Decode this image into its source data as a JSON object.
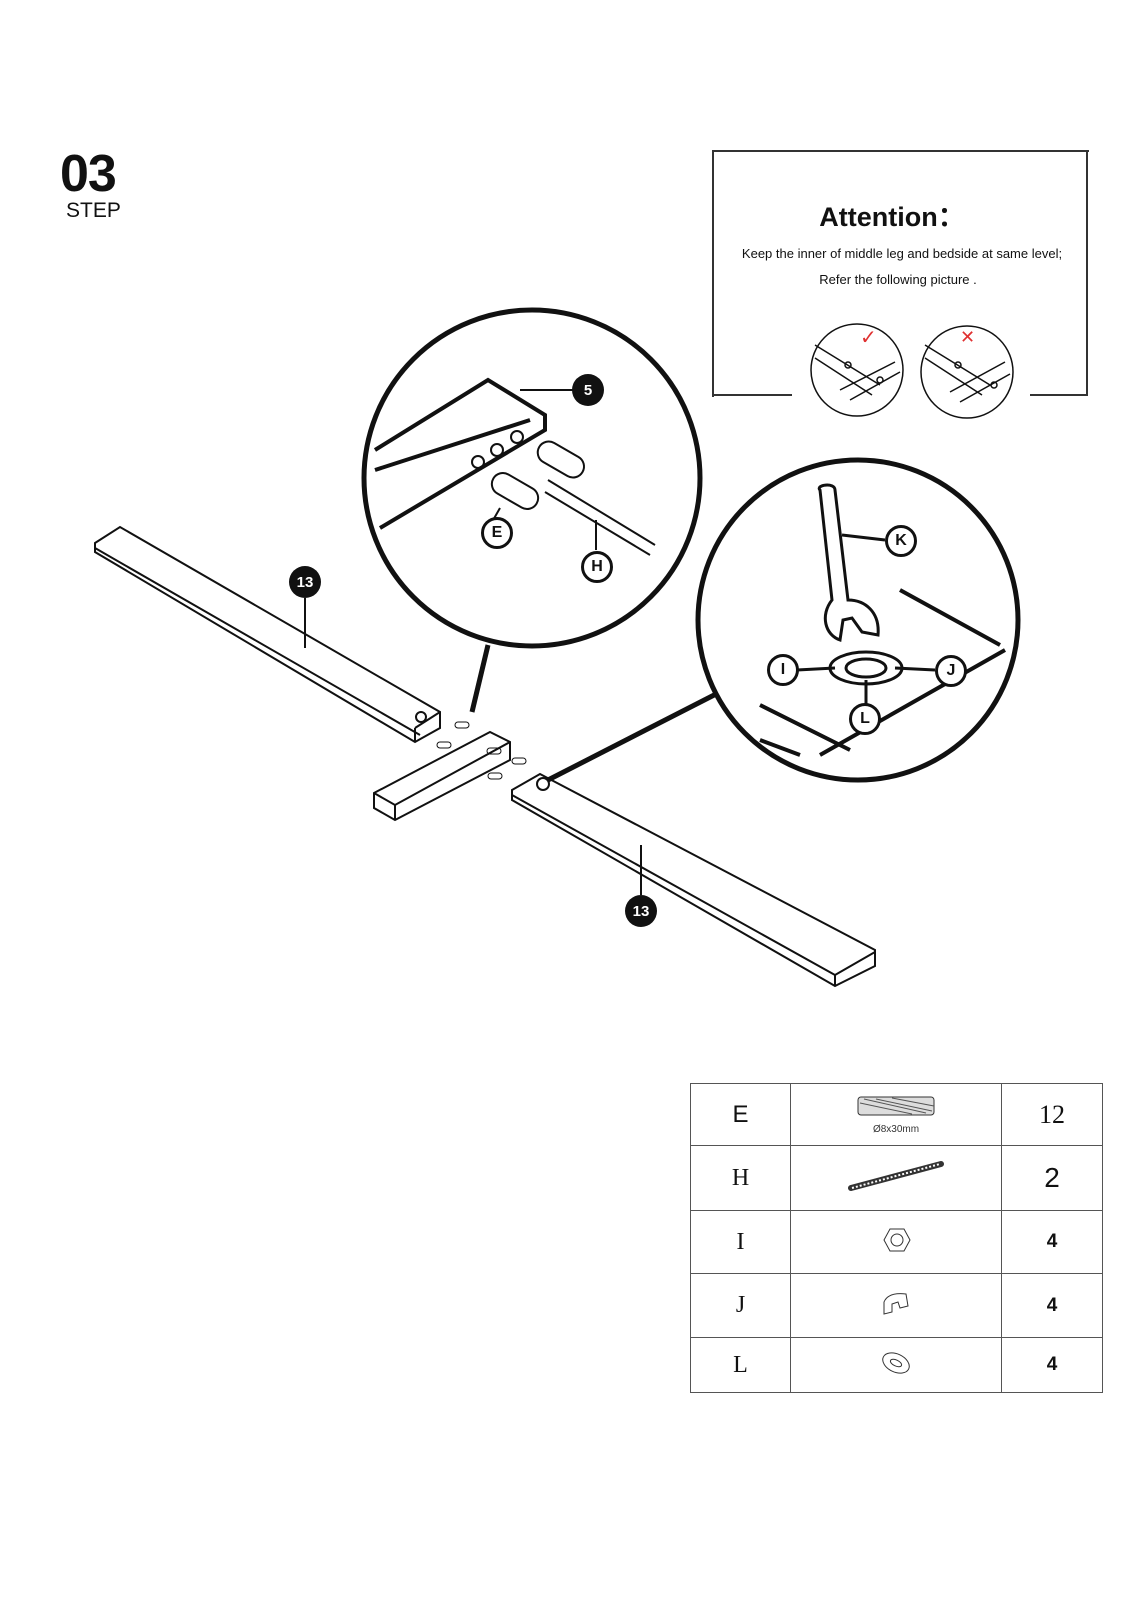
{
  "step": {
    "number": "03",
    "label": "STEP"
  },
  "attention": {
    "title": "Attention：",
    "line1": "Keep the inner of middle leg and bedside at same level;",
    "line2": "Refer the following picture .",
    "correct_mark": "✓",
    "wrong_mark": "✕",
    "correct_color": "#e03030"
  },
  "callouts": {
    "part5": "5",
    "part13a": "13",
    "part13b": "13",
    "E": "E",
    "H": "H",
    "K": "K",
    "I": "I",
    "J": "J",
    "L": "L"
  },
  "parts_table": [
    {
      "id": "E",
      "spec": "Ø8x30mm",
      "qty": "12",
      "icon": "dowel-icon"
    },
    {
      "id": "H",
      "spec": "",
      "qty": "2",
      "icon": "threaded-rod-icon"
    },
    {
      "id": "I",
      "spec": "",
      "qty": "4",
      "icon": "hex-nut-icon"
    },
    {
      "id": "J",
      "spec": "",
      "qty": "4",
      "icon": "bracket-icon"
    },
    {
      "id": "L",
      "spec": "",
      "qty": "4",
      "icon": "washer-icon"
    }
  ]
}
